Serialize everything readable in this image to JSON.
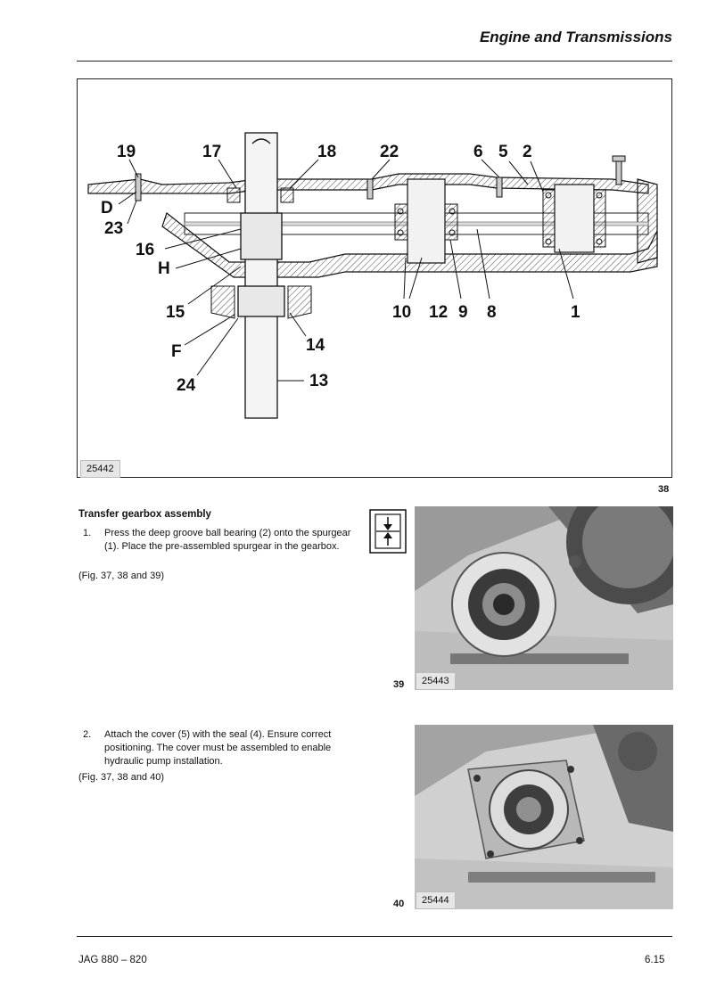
{
  "header": {
    "title": "Engine and Transmissions"
  },
  "diagram": {
    "figure_id": "25442",
    "figure_number": "38",
    "callouts": [
      "19",
      "17",
      "18",
      "22",
      "6",
      "5",
      "2",
      "D",
      "23",
      "16",
      "H",
      "15",
      "10",
      "12",
      "9",
      "8",
      "1",
      "14",
      "F",
      "24",
      "13"
    ]
  },
  "section": {
    "title": "Transfer gearbox assembly",
    "steps": [
      {
        "number": "1.",
        "text": "Press the deep groove ball bearing (2) onto the spurgear (1). Place the pre-assembled spurgear in the gearbox.",
        "ref": "(Fig. 37, 38 and 39)"
      },
      {
        "number": "2.",
        "text": "Attach the cover (5) with the seal (4). Ensure correct positioning. The cover must be assembled to enable hydraulic pump installation.",
        "ref": "(Fig. 37, 38 and 40)"
      }
    ]
  },
  "photos": [
    {
      "figure_number": "39",
      "figure_id": "25443"
    },
    {
      "figure_number": "40",
      "figure_id": "25444"
    }
  ],
  "footer": {
    "model": "JAG 880 – 820",
    "page": "6.15"
  }
}
